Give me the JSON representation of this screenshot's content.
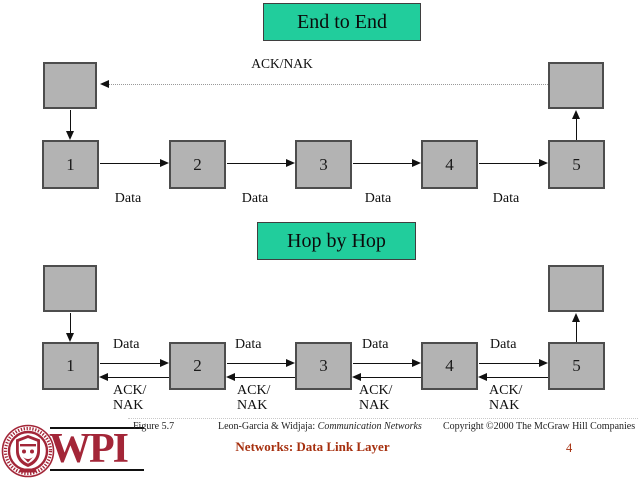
{
  "colors": {
    "title_green": "#21CD9C",
    "box_gray": "#B3B3B3",
    "box_border_gray": "#4D4D4D",
    "wpi_crimson": "#A32638",
    "footer_red": "#A6300F"
  },
  "end_to_end": {
    "title": "End to End",
    "ack_label": "ACK/NAK",
    "nodes": [
      "1",
      "2",
      "3",
      "4",
      "5"
    ],
    "data_labels": [
      "Data",
      "Data",
      "Data",
      "Data"
    ]
  },
  "hop_by_hop": {
    "title": "Hop by Hop",
    "nodes": [
      "1",
      "2",
      "3",
      "4",
      "5"
    ],
    "links": [
      {
        "data": "Data",
        "ack": "ACK/",
        "nak": "NAK"
      },
      {
        "data": "Data",
        "ack": "ACK/",
        "nak": "NAK"
      },
      {
        "data": "Data",
        "ack": "ACK/",
        "nak": "NAK"
      },
      {
        "data": "Data",
        "ack": "ACK/",
        "nak": "NAK"
      }
    ]
  },
  "footer": {
    "figure": "Figure 5.7",
    "authors": "Leon-Garcia & Widjaja: ",
    "book": "Communication Networks",
    "copyright": "Copyright ©2000 The McGraw Hill Companies",
    "course": "Networks: Data Link Layer",
    "page": "4",
    "logo_word": "WPI"
  }
}
